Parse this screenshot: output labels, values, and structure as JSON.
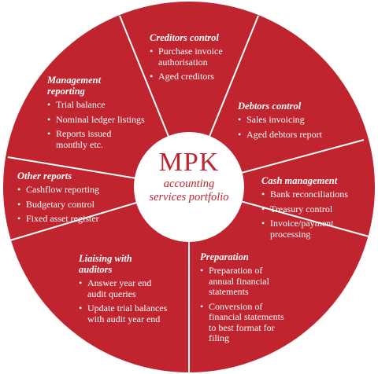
{
  "colors": {
    "segment_fill": "#c0252f",
    "divider": "#ffffff",
    "center_fill": "#ffffff",
    "text_on_red": "#ffffff",
    "center_text": "#c0252f"
  },
  "center": {
    "brand": "MPK",
    "subtitle": "accounting\nservices portfolio"
  },
  "segments": [
    {
      "id": "creditors-control",
      "title": "Creditors control",
      "items": [
        "Purchase invoice\nauthorisation",
        "Aged creditors"
      ]
    },
    {
      "id": "debtors-control",
      "title": "Debtors control",
      "items": [
        "Sales invoicing",
        "Aged debtors report"
      ]
    },
    {
      "id": "cash-management",
      "title": "Cash management",
      "items": [
        "Bank reconciliations",
        "Treasury control",
        "Invoice/payment\nprocessing"
      ]
    },
    {
      "id": "preparation",
      "title": "Preparation",
      "items": [
        "Preparation of\nannual financial\nstatements",
        "Conversion of\nfinancial statements\nto best format for\nfiling"
      ]
    },
    {
      "id": "liaising-with-auditors",
      "title": "Liaising with\nauditors",
      "items": [
        "Answer year end\naudit queries",
        "Update trial balances\nwith audit year end"
      ]
    },
    {
      "id": "other-reports",
      "title": "Other reports",
      "items": [
        "Cashflow reporting",
        "Budgetary control",
        "Fixed asset register"
      ]
    },
    {
      "id": "management-reporting",
      "title": "Management\nreporting",
      "items": [
        "Trial balance",
        "Nominal ledger listings",
        "Reports issued\nmonthly etc."
      ]
    }
  ]
}
